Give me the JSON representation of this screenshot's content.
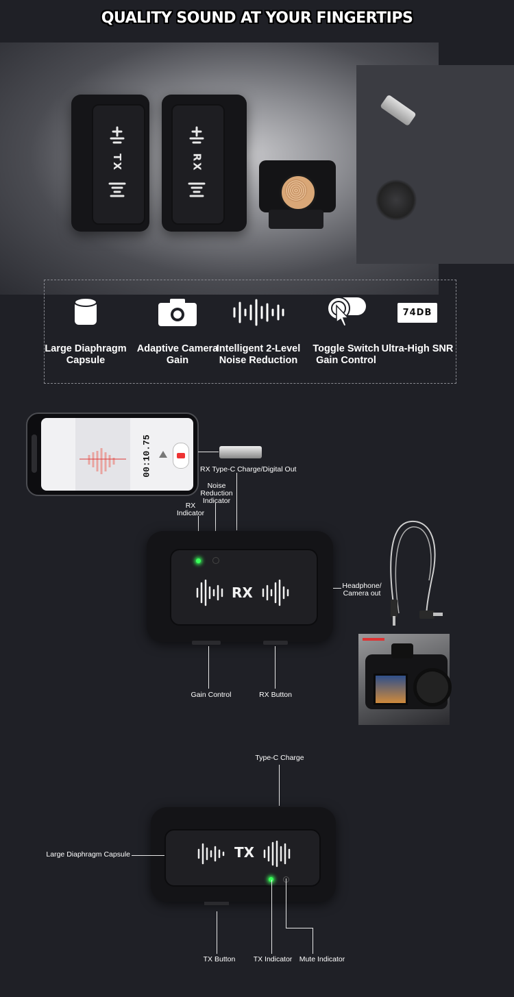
{
  "headline": "QUALITY SOUND AT YOUR FINGERTIPS",
  "hero": {
    "tx_label": "TX",
    "rx_label": "RX"
  },
  "features": [
    {
      "icon": "cylinder-icon",
      "label": "Large Diaphragm Capsule"
    },
    {
      "icon": "camera-icon",
      "label": "Adaptive Camera Gain"
    },
    {
      "icon": "waveform-icon",
      "label": "Intelligent 2-Level Noise Reduction"
    },
    {
      "icon": "touch-switch-icon",
      "label": "Toggle Switch Gain Control"
    },
    {
      "icon": "snr-badge-icon",
      "label": "Ultra-High SNR",
      "badge": "74DB"
    }
  ],
  "rx_section": {
    "phone_timer": "00:10.75",
    "device_label": "RX",
    "callouts": {
      "type_c": "RX Type-C Charge/Digital Out",
      "noise": "Noise Reduction Indicator",
      "rx_indicator": "RX Indicator",
      "headphone": "Headphone/ Camera out",
      "gain": "Gain Control",
      "rx_button": "RX Button"
    }
  },
  "tx_section": {
    "device_label": "TX",
    "callouts": {
      "type_c": "Type-C Charge",
      "capsule": "Large Diaphragm Capsule",
      "tx_button": "TX Button",
      "tx_indicator": "TX Indicator",
      "mute": "Mute Indicator"
    }
  },
  "colors": {
    "background": "#1f2026",
    "led": "#39ff5a"
  }
}
